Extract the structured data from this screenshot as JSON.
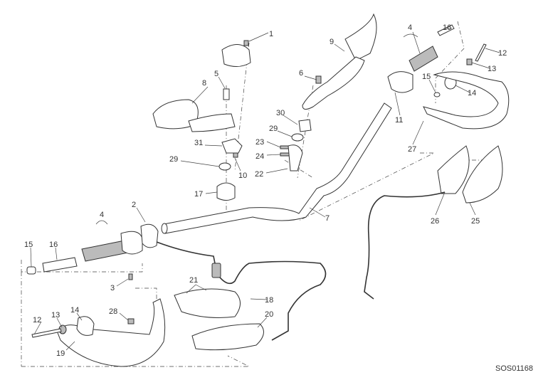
{
  "diagram": {
    "code": "SOS01168",
    "labels": {
      "p1": "1",
      "p2": "2",
      "p3": "3",
      "p4a": "4",
      "p4b": "4",
      "p5": "5",
      "p6": "6",
      "p7": "7",
      "p8": "8",
      "p9": "9",
      "p10": "10",
      "p11": "11",
      "p12a": "12",
      "p12b": "12",
      "p13a": "13",
      "p13b": "13",
      "p14a": "14",
      "p14b": "14",
      "p15a": "15",
      "p15b": "15",
      "p16a": "16",
      "p16b": "16",
      "p17": "17",
      "p18": "18",
      "p19": "19",
      "p20": "20",
      "p21": "21",
      "p22": "22",
      "p23": "23",
      "p24": "24",
      "p25": "25",
      "p26": "26",
      "p27": "27",
      "p28": "28",
      "p29a": "29",
      "p29b": "29",
      "p30": "30",
      "p31": "31"
    }
  }
}
